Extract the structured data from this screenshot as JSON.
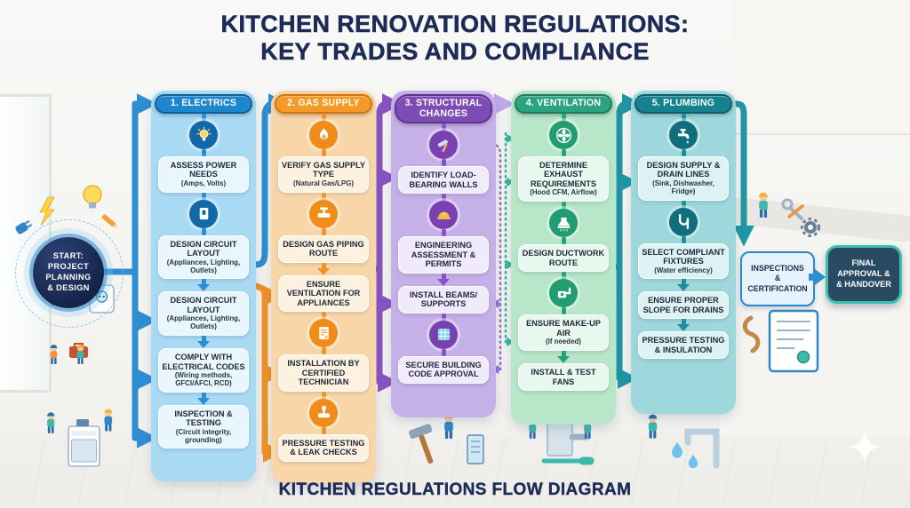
{
  "title": {
    "line1": "KITCHEN RENOVATION REGULATIONS:",
    "line2": "KEY TRADES AND COMPLIANCE"
  },
  "caption": "KITCHEN REGULATIONS FLOW DIAGRAM",
  "start": {
    "lines": [
      "START:",
      "PROJECT",
      "PLANNING",
      "& DESIGN"
    ]
  },
  "columns": [
    {
      "id": "electrics",
      "header": "1. ELECTRICS",
      "colors": {
        "accent": "#2d8fd2",
        "header_bg": "#1e86cc",
        "header_border": "#0f5f9e",
        "panel": "#a9daf3",
        "box": "#eaf6fd",
        "icon_bg": "#1368a8"
      },
      "steps": [
        {
          "icon": "bulb-icon"
        },
        {
          "title": "ASSESS POWER NEEDS",
          "sub": "(Amps, Volts)"
        },
        {
          "icon": "switch-icon"
        },
        {
          "title": "DESIGN CIRCUIT LAYOUT",
          "sub": "(Appliances, Lighting, Outlets)"
        },
        {
          "title": "DESIGN CIRCUIT LAYOUT",
          "sub": "(Appliances, Lighting, Outlets)"
        },
        {
          "title": "COMPLY WITH ELECTRICAL CODES",
          "sub": "(Wiring methods, GFCI/AFCI, RCD)"
        },
        {
          "title": "INSPECTION & TESTING",
          "sub": "(Circuit integrity, grounding)"
        }
      ]
    },
    {
      "id": "gas-supply",
      "header": "2. GAS SUPPLY",
      "colors": {
        "accent": "#f19326",
        "header_bg": "#f49a26",
        "header_border": "#cf7612",
        "panel": "#f9d6a8",
        "box": "#fdf2df",
        "icon_bg": "#ef8c1a"
      },
      "steps": [
        {
          "icon": "flame-icon"
        },
        {
          "title": "VERIFY GAS SUPPLY TYPE",
          "sub": "(Natural Gas/LPG)"
        },
        {
          "icon": "valve-icon"
        },
        {
          "title": "DESIGN GAS PIPING ROUTE"
        },
        {
          "title": "ENSURE VENTILATION FOR APPLIANCES"
        },
        {
          "icon": "certificate-icon"
        },
        {
          "title": "INSTALLATION BY CERTIFIED TECHNICIAN"
        },
        {
          "icon": "pressure-valve-icon"
        },
        {
          "title": "PRESSURE TESTING & LEAK CHECKS"
        }
      ]
    },
    {
      "id": "structural-changes",
      "header": "3. STRUCTURAL CHANGES",
      "colors": {
        "accent": "#8a54c0",
        "header_bg": "#7e4cb5",
        "header_border": "#5d338f",
        "panel": "#c6b0e8",
        "box": "#f1eafb",
        "icon_bg": "#7a3fb0"
      },
      "steps": [
        {
          "icon": "hammer-icon"
        },
        {
          "title": "IDENTIFY LOAD-BEARING WALLS"
        },
        {
          "icon": "hardhat-icon"
        },
        {
          "title": "ENGINEERING ASSESSMENT & PERMITS"
        },
        {
          "title": "INSTALL BEAMS/ SUPPORTS"
        },
        {
          "icon": "blueprint-icon"
        },
        {
          "title": "SECURE BUILDING CODE APPROVAL"
        }
      ]
    },
    {
      "id": "ventilation",
      "header": "4. VENTILATION",
      "colors": {
        "accent": "#28a377",
        "header_bg": "#2ca380",
        "header_border": "#1b7d5e",
        "panel": "#b7e6c8",
        "box": "#e9f8ee",
        "icon_bg": "#229d72"
      },
      "steps": [
        {
          "icon": "fan-icon"
        },
        {
          "title": "DETERMINE EXHAUST REQUIREMENTS",
          "sub": "(Hood CFM, Airflow)"
        },
        {
          "icon": "hood-icon"
        },
        {
          "title": "DESIGN DUCTWORK ROUTE"
        },
        {
          "icon": "duct-icon"
        },
        {
          "title": "ENSURE MAKE-UP AIR",
          "sub": "(If needed)"
        },
        {
          "title": "INSTALL & TEST FANS"
        }
      ]
    },
    {
      "id": "plumbing",
      "header": "5. PLUMBING",
      "colors": {
        "accent": "#1b8f9c",
        "header_bg": "#17828f",
        "header_border": "#0d5f6b",
        "panel": "#9ed8dc",
        "box": "#dcf2f3",
        "icon_bg": "#116e7c"
      },
      "steps": [
        {
          "icon": "faucet-icon"
        },
        {
          "title": "DESIGN SUPPLY & DRAIN LINES",
          "sub": "(Sink, Dishwasher, Fridge)"
        },
        {
          "icon": "ptrap-icon"
        },
        {
          "title": "SELECT COMPLIANT FIXTURES",
          "sub": "(Water efficiency)"
        },
        {
          "title": "ENSURE PROPER SLOPE FOR DRAINS"
        },
        {
          "title": "PRESSURE TESTING & INSULATION"
        }
      ]
    }
  ],
  "outputs": {
    "inspections": {
      "lines": [
        "INSPECTIONS",
        "&",
        "CERTIFICATION"
      ]
    },
    "final": {
      "lines": [
        "FINAL",
        "APPROVAL &",
        "& HANDOVER"
      ]
    }
  },
  "decor_icons": [
    "lightning-icon",
    "bulb-icon",
    "pencil-icon",
    "plug-icon",
    "outlet-icon",
    "toolbox-icon",
    "stove-icon",
    "hammer-icon",
    "duct-icon",
    "pipes-icon",
    "water-drop-icon",
    "wrench-icon",
    "gear-icon",
    "certificate-icon",
    "sparkle-icon"
  ]
}
